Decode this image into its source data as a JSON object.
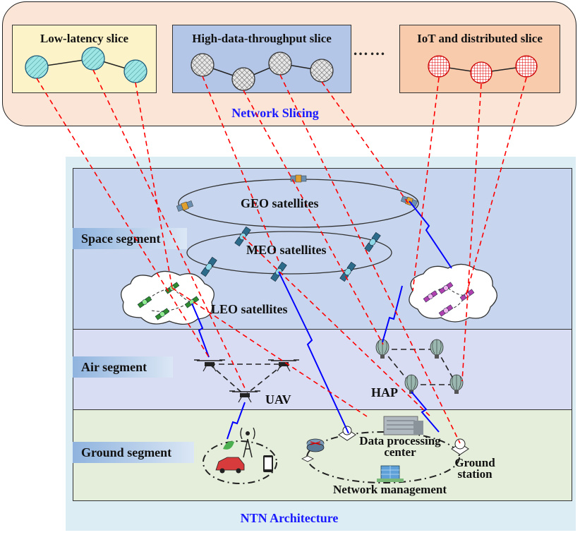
{
  "slicing": {
    "title": "Network Slicing",
    "ellipsis": "……",
    "slices": [
      {
        "label": "Low-latency slice",
        "fill": "#fdf3c8",
        "node_color": "#9ee6e6"
      },
      {
        "label": "High-data-throughput slice",
        "fill": "#b4c6e7",
        "node_color": "#d9d9d9"
      },
      {
        "label": "IoT and distributed slice",
        "fill": "#f8cbad",
        "node_color": "#ff4d4d"
      }
    ]
  },
  "ntn": {
    "title": "NTN Architecture",
    "segments": {
      "space": "Space segment",
      "air": "Air segment",
      "ground": "Ground segment"
    },
    "labels": {
      "geo": "GEO satellites",
      "meo": "MEO satellites",
      "leo": "LEO satellites",
      "uav": "UAV",
      "hap": "HAP",
      "data_center": "Data processing center",
      "ground_station": "Ground station",
      "network_management": "Network management"
    }
  },
  "colors": {
    "mapping_link": "#ff0000",
    "wireless_link": "#0000ff",
    "space_segment": "#c7d6ee",
    "air_segment": "#d9ddf4",
    "ground_segment": "#e5eedb"
  }
}
